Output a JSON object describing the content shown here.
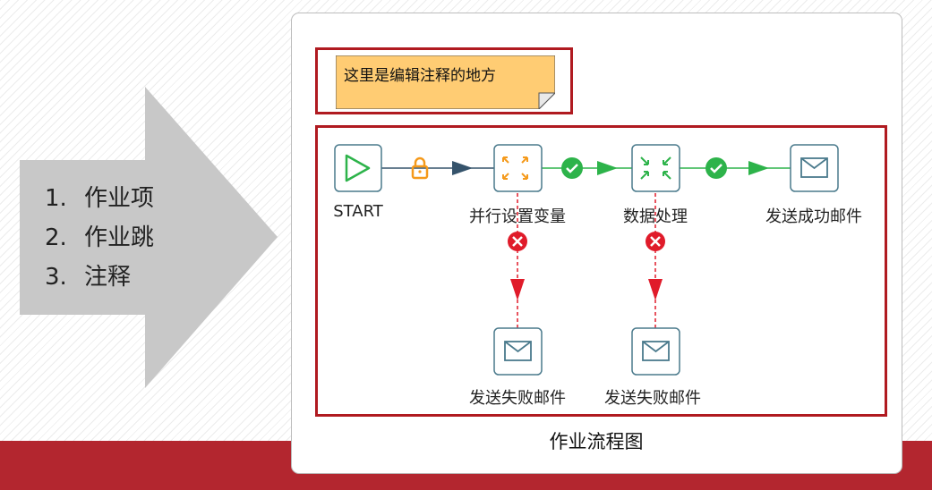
{
  "bullets": [
    {
      "num": "1.",
      "text": "作业项"
    },
    {
      "num": "2.",
      "text": "作业跳"
    },
    {
      "num": "3.",
      "text": "注释"
    }
  ],
  "note": {
    "text": "这里是编辑注释的地方"
  },
  "nodes": {
    "start": "START",
    "parallel_set_vars": "并行设置变量",
    "data_processing": "数据处理",
    "send_success_mail": "发送成功邮件",
    "send_fail_mail_1": "发送失败邮件",
    "send_fail_mail_2": "发送失败邮件"
  },
  "caption": "作业流程图",
  "icons": {
    "start": "play-icon",
    "parallel": "expand-arrows-icon",
    "processing": "collapse-arrows-icon",
    "mail": "envelope-icon",
    "lock": "lock-icon",
    "success": "check-circle-icon",
    "failure": "x-circle-icon"
  },
  "colors": {
    "frame_red": "#b01a20",
    "band_red": "#b3262f",
    "arrow_gray": "#c8c8c8",
    "note_fill": "#ffcc73",
    "node_border": "#4a7a8c",
    "success_green": "#2db34a",
    "failure_red": "#e01b2a",
    "hop_blue": "#35536b",
    "lock_orange": "#f59a1b"
  }
}
